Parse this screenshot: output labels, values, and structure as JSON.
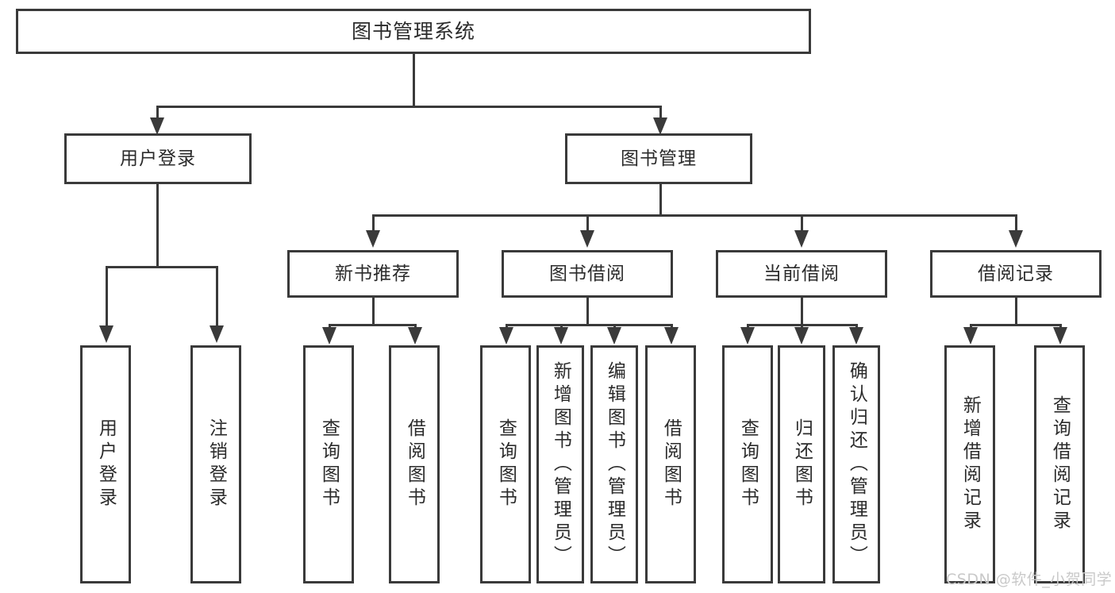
{
  "diagram": {
    "title": "图书管理系统",
    "type": "tree",
    "orientation": "top-down",
    "colors": {
      "box_border": "#3a3a3a",
      "box_fill": "#ffffff",
      "connector": "#3a3a3a",
      "text": "#2b2b2b",
      "watermark": "#c9c9c9",
      "background": "#ffffff"
    }
  },
  "root": {
    "label": "图书管理系统"
  },
  "level2": [
    {
      "id": "user-login",
      "label": "用户登录"
    },
    {
      "id": "book-management",
      "label": "图书管理"
    }
  ],
  "level3": [
    {
      "id": "new-book-recommend",
      "label": "新书推荐",
      "parent": "book-management"
    },
    {
      "id": "book-borrow",
      "label": "图书借阅",
      "parent": "book-management"
    },
    {
      "id": "current-borrow",
      "label": "当前借阅",
      "parent": "book-management"
    },
    {
      "id": "borrow-record",
      "label": "借阅记录",
      "parent": "book-management"
    }
  ],
  "leaves": {
    "user_login": [
      {
        "id": "leaf-user-login",
        "label": "用户登录"
      },
      {
        "id": "leaf-user-logout",
        "label": "注销登录"
      }
    ],
    "new_book_recommend": [
      {
        "id": "leaf-query-book-1",
        "label": "查询图书"
      },
      {
        "id": "leaf-borrow-book-1",
        "label": "借阅图书"
      }
    ],
    "book_borrow": [
      {
        "id": "leaf-query-book-2",
        "label": "查询图书"
      },
      {
        "id": "leaf-add-book",
        "label": "新增图书（管理员）"
      },
      {
        "id": "leaf-edit-book",
        "label": "编辑图书（管理员）"
      },
      {
        "id": "leaf-borrow-book-2",
        "label": "借阅图书"
      }
    ],
    "current_borrow": [
      {
        "id": "leaf-query-book-3",
        "label": "查询图书"
      },
      {
        "id": "leaf-return-book",
        "label": "归还图书"
      },
      {
        "id": "leaf-confirm-return",
        "label": "确认归还（管理员）"
      }
    ],
    "borrow_record": [
      {
        "id": "leaf-add-record",
        "label": "新增借阅记录"
      },
      {
        "id": "leaf-query-record",
        "label": "查询借阅记录"
      }
    ]
  },
  "watermark": {
    "text": "CSDN @软件_小贺同学"
  }
}
